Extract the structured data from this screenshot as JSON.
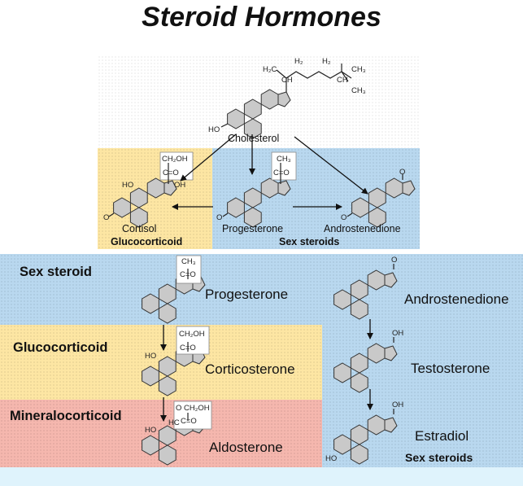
{
  "title": "Steroid Hormones",
  "top": {
    "cholesterol": "Cholesterol",
    "cortisol": "Cortisol",
    "glucocorticoid": "Glucocorticoid",
    "progesterone": "Progesterone",
    "androstenedione": "Androstenedione",
    "sex_steroids": "Sex steroids",
    "chain_groups": [
      "H₂C",
      "CH",
      "H₂",
      "H₂",
      "CH₃",
      "CH",
      "CH₃"
    ],
    "cortisol_groups": [
      "CH₂OH",
      "C=O",
      "OH",
      "HO"
    ],
    "progesterone_groups": [
      "CH₃",
      "C=O"
    ],
    "ring_atoms": [
      "HO",
      "O",
      "O",
      "O",
      "O"
    ]
  },
  "bottom": {
    "sex_steroid_label": "Sex steroid",
    "progesterone": "Progesterone",
    "glucocorticoid_label": "Glucocorticoid",
    "corticosterone": "Corticosterone",
    "mineralocorticoid_label": "Mineralocorticoid",
    "aldosterone": "Aldosterone",
    "androstenedione": "Androstenedione",
    "testosterone": "Testosterone",
    "estradiol": "Estradiol",
    "sex_steroids": "Sex steroids",
    "progesterone_groups": [
      "CH₃",
      "C=O"
    ],
    "corticosterone_groups": [
      "CH₂OH",
      "C=O",
      "HO"
    ],
    "aldosterone_groups": [
      "CH₂OH",
      "O",
      "C=O",
      "HC",
      "HO"
    ],
    "testosterone_groups": [
      "OH"
    ],
    "estradiol_groups": [
      "OH",
      "HO"
    ]
  }
}
